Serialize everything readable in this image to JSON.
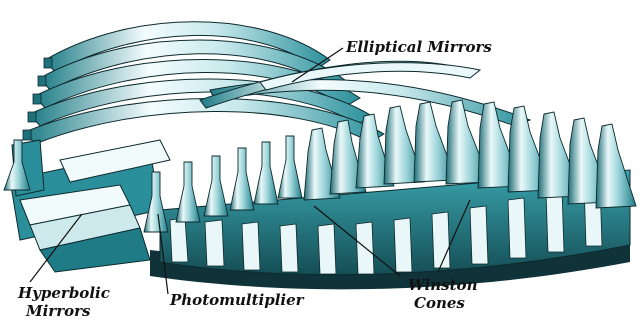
{
  "labels": {
    "elliptical": "Elliptical Mirrors",
    "hyperbolic_line1": "Hyperbolic",
    "hyperbolic_line2": "Mirrors",
    "photomultiplier": "Photomultiplier",
    "winston_line1": "Winston",
    "winston_line2": "Cones"
  },
  "colors": {
    "teal": "#2a8f9a",
    "teal_dark": "#1b5e66",
    "teal_light": "#8fcdd3",
    "highlight": "#f2fbfc",
    "outline": "#0d2a2e",
    "base_dark": "#123f45"
  }
}
